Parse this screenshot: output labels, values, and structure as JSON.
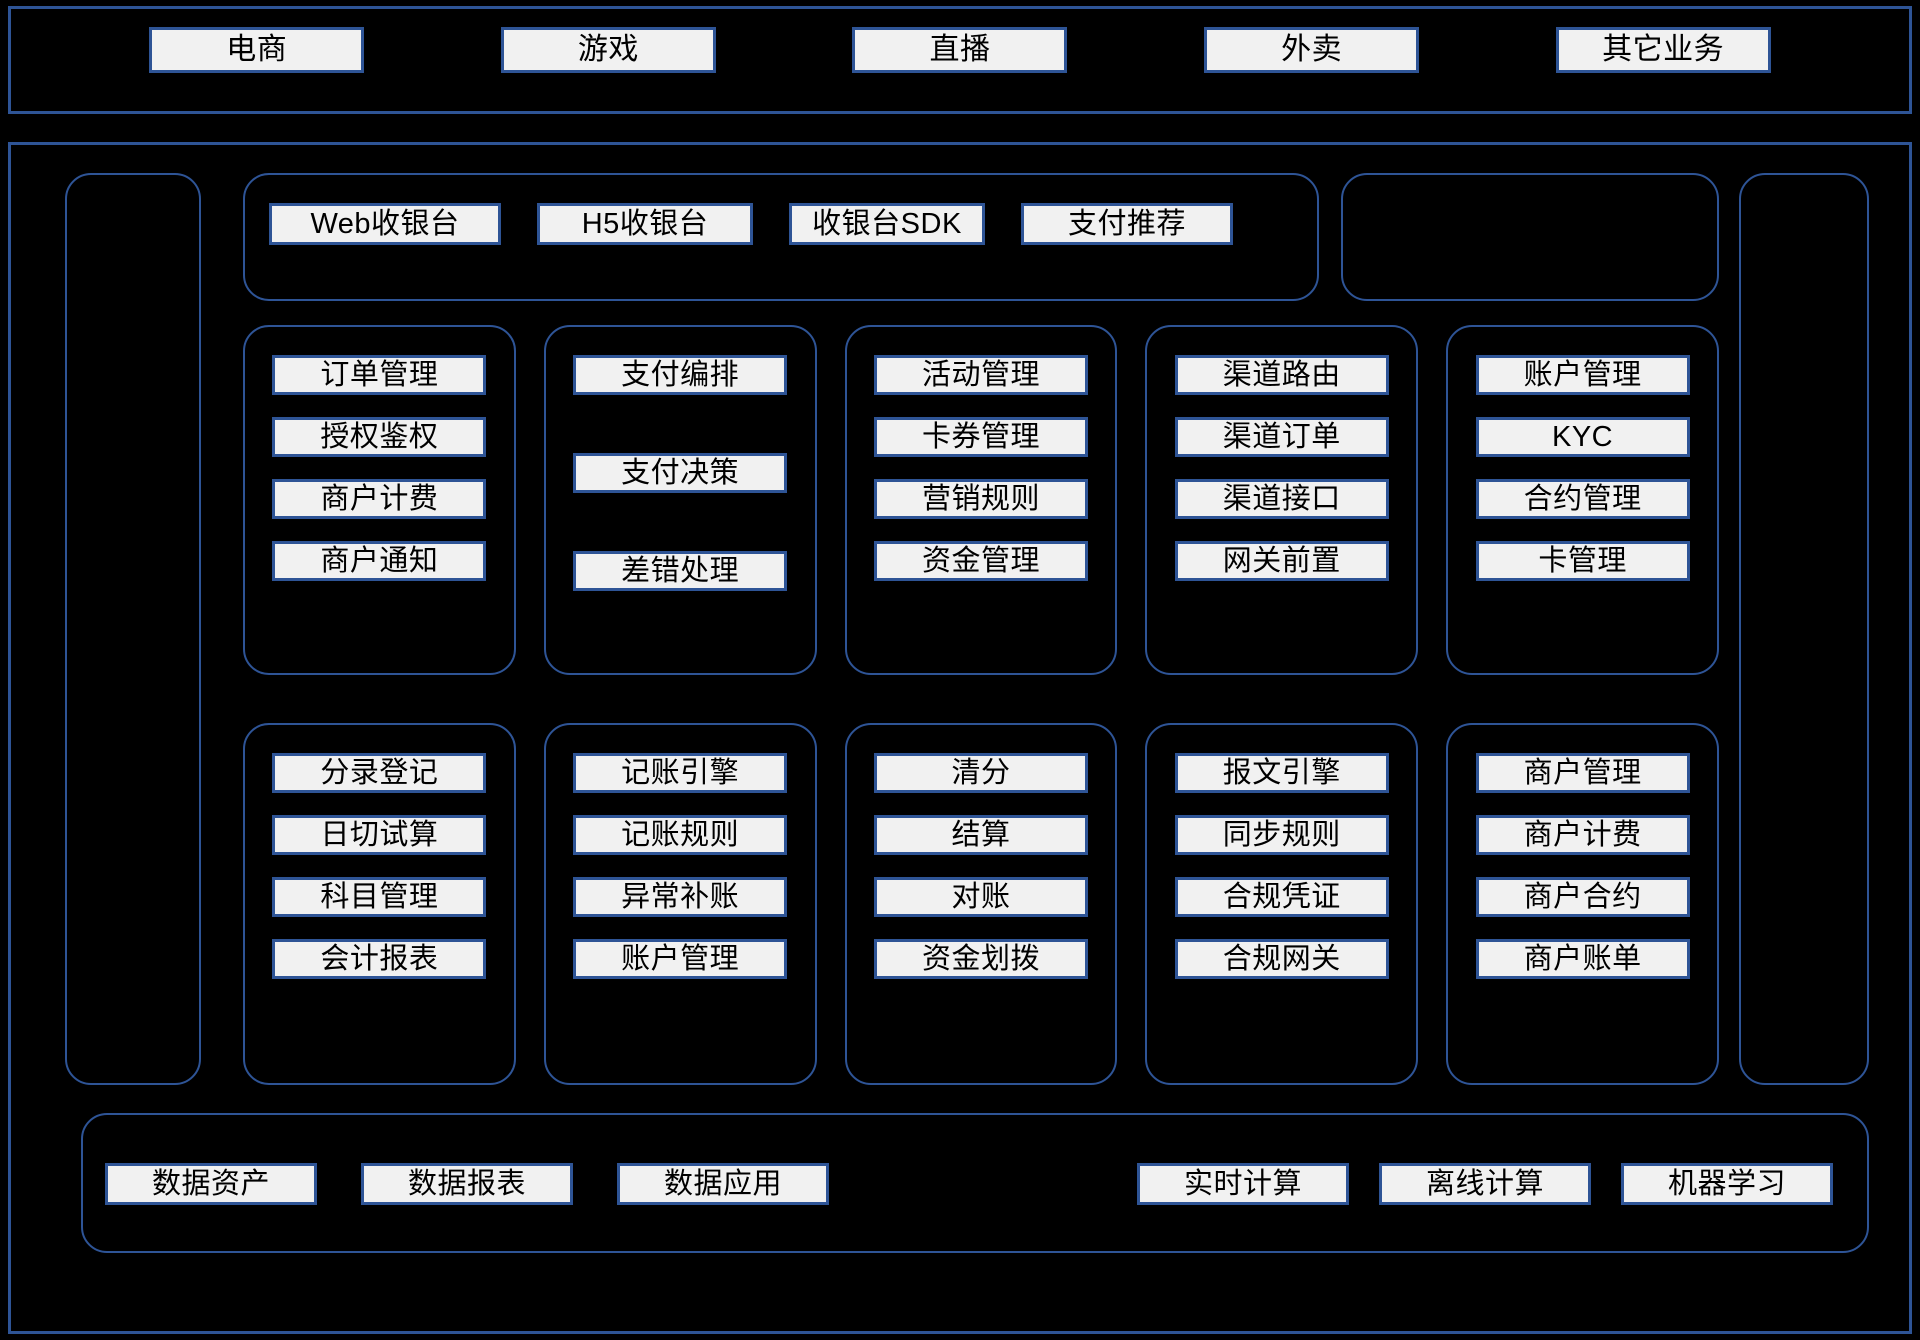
{
  "business_band": {
    "items": [
      {
        "label": "电商"
      },
      {
        "label": "游戏"
      },
      {
        "label": "直播"
      },
      {
        "label": "外卖"
      },
      {
        "label": "其它业务"
      }
    ]
  },
  "cashier_band": {
    "items": [
      {
        "label": "Web收银台"
      },
      {
        "label": "H5收银台"
      },
      {
        "label": "收银台SDK"
      },
      {
        "label": "支付推荐"
      }
    ]
  },
  "module_row_1": {
    "columns": [
      {
        "name": "transaction",
        "sparse": false,
        "items": [
          {
            "label": "订单管理"
          },
          {
            "label": "授权鉴权"
          },
          {
            "label": "商户计费"
          },
          {
            "label": "商户通知"
          }
        ]
      },
      {
        "name": "payment-core",
        "sparse": true,
        "items": [
          {
            "label": "支付编排"
          },
          {
            "label": "支付决策"
          },
          {
            "label": "差错处理"
          }
        ]
      },
      {
        "name": "marketing",
        "sparse": false,
        "items": [
          {
            "label": "活动管理"
          },
          {
            "label": "卡券管理"
          },
          {
            "label": "营销规则"
          },
          {
            "label": "资金管理"
          }
        ]
      },
      {
        "name": "channel",
        "sparse": false,
        "items": [
          {
            "label": "渠道路由"
          },
          {
            "label": "渠道订单"
          },
          {
            "label": "渠道接口"
          },
          {
            "label": "网关前置"
          }
        ]
      },
      {
        "name": "account",
        "sparse": false,
        "items": [
          {
            "label": "账户管理"
          },
          {
            "label": "KYC"
          },
          {
            "label": "合约管理"
          },
          {
            "label": "卡管理"
          }
        ]
      }
    ]
  },
  "module_row_2": {
    "columns": [
      {
        "name": "accounting",
        "sparse": false,
        "items": [
          {
            "label": "分录登记"
          },
          {
            "label": "日切试算"
          },
          {
            "label": "科目管理"
          },
          {
            "label": "会计报表"
          }
        ]
      },
      {
        "name": "bookkeeping",
        "sparse": false,
        "items": [
          {
            "label": "记账引擎"
          },
          {
            "label": "记账规则"
          },
          {
            "label": "异常补账"
          },
          {
            "label": "账户管理"
          }
        ]
      },
      {
        "name": "clearing",
        "sparse": false,
        "items": [
          {
            "label": "清分"
          },
          {
            "label": "结算"
          },
          {
            "label": "对账"
          },
          {
            "label": "资金划拨"
          }
        ]
      },
      {
        "name": "compliance",
        "sparse": false,
        "items": [
          {
            "label": "报文引擎"
          },
          {
            "label": "同步规则"
          },
          {
            "label": "合规凭证"
          },
          {
            "label": "合规网关"
          }
        ]
      },
      {
        "name": "merchant",
        "sparse": false,
        "items": [
          {
            "label": "商户管理"
          },
          {
            "label": "商户计费"
          },
          {
            "label": "商户合约"
          },
          {
            "label": "商户账单"
          }
        ]
      }
    ]
  },
  "data_band": {
    "left_items": [
      {
        "label": "数据资产"
      },
      {
        "label": "数据报表"
      },
      {
        "label": "数据应用"
      }
    ],
    "right_items": [
      {
        "label": "实时计算"
      },
      {
        "label": "离线计算"
      },
      {
        "label": "机器学习"
      }
    ]
  },
  "colors": {
    "background": "#000000",
    "border_blue": "#2E5496",
    "box_fill": "#F1F1F1",
    "text": "#000000"
  }
}
